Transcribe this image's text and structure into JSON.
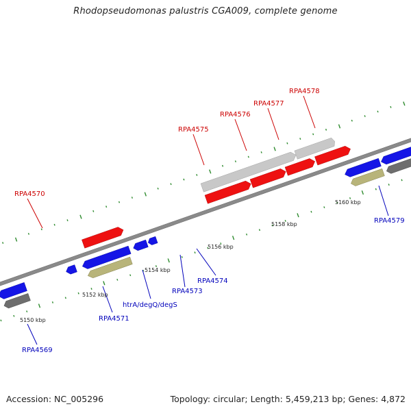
{
  "title": "Rhodopseudomonas palustris CGA009, complete genome",
  "footer": {
    "accession": "Accession: NC_005296",
    "summary": "Topology: circular; Length: 5,459,213 bp; Genes: 4,872"
  },
  "colors": {
    "backbone": "#8a8a8a",
    "tick": "#2e8b2e",
    "forward_gene": "#ee1111",
    "forward_pseudo": "#c8c8c8",
    "reverse_gene": "#1515e6",
    "reverse_other": "#b8b47a",
    "reverse_gray": "#6e6e6e",
    "forward_label": "#cc0000",
    "reverse_label": "#0000bb"
  },
  "kbp_labels": [
    "5150 kbp",
    "5152 kbp",
    "5154 kbp",
    "5156 kbp",
    "5158 kbp",
    "5160 kbp"
  ],
  "forward_genes": [
    {
      "label": "RPA4570",
      "color": "red"
    },
    {
      "label": "RPA4575",
      "color": "red"
    },
    {
      "label": "RPA4576",
      "color": "red"
    },
    {
      "label": "RPA4577",
      "color": "red"
    },
    {
      "label": "RPA4578",
      "color": "red"
    }
  ],
  "reverse_genes": [
    {
      "label": "RPA4569"
    },
    {
      "label": "RPA4571"
    },
    {
      "label": "htrA/degQ/degS"
    },
    {
      "label": "RPA4573"
    },
    {
      "label": "RPA4574"
    },
    {
      "label": "RPA4579"
    }
  ]
}
